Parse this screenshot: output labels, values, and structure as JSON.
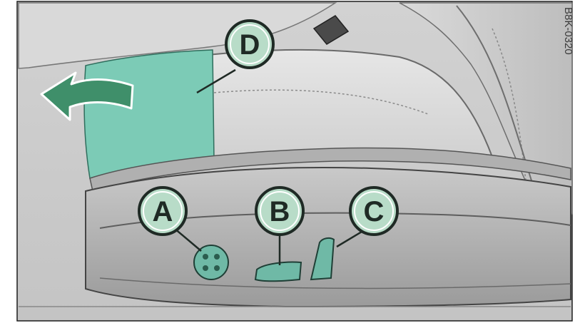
{
  "figure": {
    "callouts": [
      {
        "id": "A",
        "label": "A"
      },
      {
        "id": "B",
        "label": "B"
      },
      {
        "id": "C",
        "label": "C"
      },
      {
        "id": "D",
        "label": "D"
      }
    ],
    "side_code": "B8K-0320"
  },
  "colors": {
    "accent_teal": "#7ccbb6",
    "callout_fill": "#b8dcc8",
    "arrow_green": "#3f8f6a",
    "outline": "#2a2a2a"
  }
}
